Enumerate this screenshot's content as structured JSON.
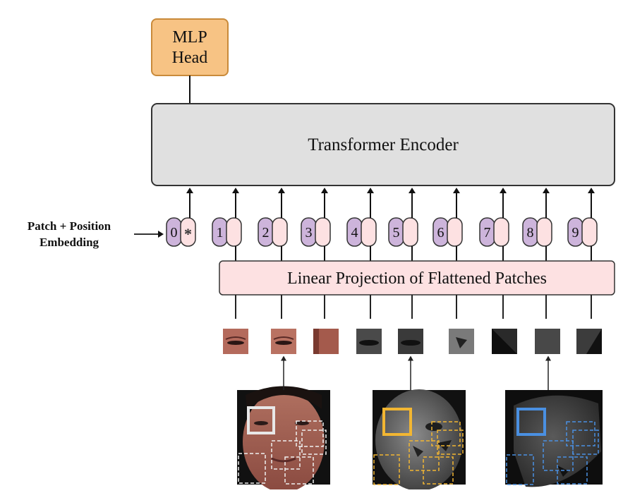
{
  "mlp_head": {
    "line1": "MLP",
    "line2": "Head"
  },
  "encoder": {
    "label": "Transformer Encoder"
  },
  "embedding_label": {
    "line1": "Patch + Position",
    "line2": "Embedding"
  },
  "projection": {
    "label": "Linear Projection of Flattened Patches"
  },
  "tokens": [
    {
      "index": "0",
      "special": "*"
    },
    {
      "index": "1",
      "special": ""
    },
    {
      "index": "2",
      "special": ""
    },
    {
      "index": "3",
      "special": ""
    },
    {
      "index": "4",
      "special": ""
    },
    {
      "index": "5",
      "special": ""
    },
    {
      "index": "6",
      "special": ""
    },
    {
      "index": "7",
      "special": ""
    },
    {
      "index": "8",
      "special": ""
    },
    {
      "index": "9",
      "special": ""
    }
  ],
  "colors": {
    "mlp_fill": "#F7C384",
    "mlp_stroke": "#C98A3A",
    "encoder_fill": "#E0E0E0",
    "encoder_stroke": "#333333",
    "projection_fill": "#FDE1E2",
    "projection_stroke": "#333333",
    "position_fill": "#CDB4DB",
    "patch_fill": "#FDE1E2",
    "rgb_highlight": "#E8E8E8",
    "depth_highlight": "#F2B632",
    "normal_highlight": "#4A90E2"
  },
  "source_images": [
    {
      "icon": "rgb-face-image"
    },
    {
      "icon": "depth-face-image"
    },
    {
      "icon": "normal-face-image"
    }
  ]
}
